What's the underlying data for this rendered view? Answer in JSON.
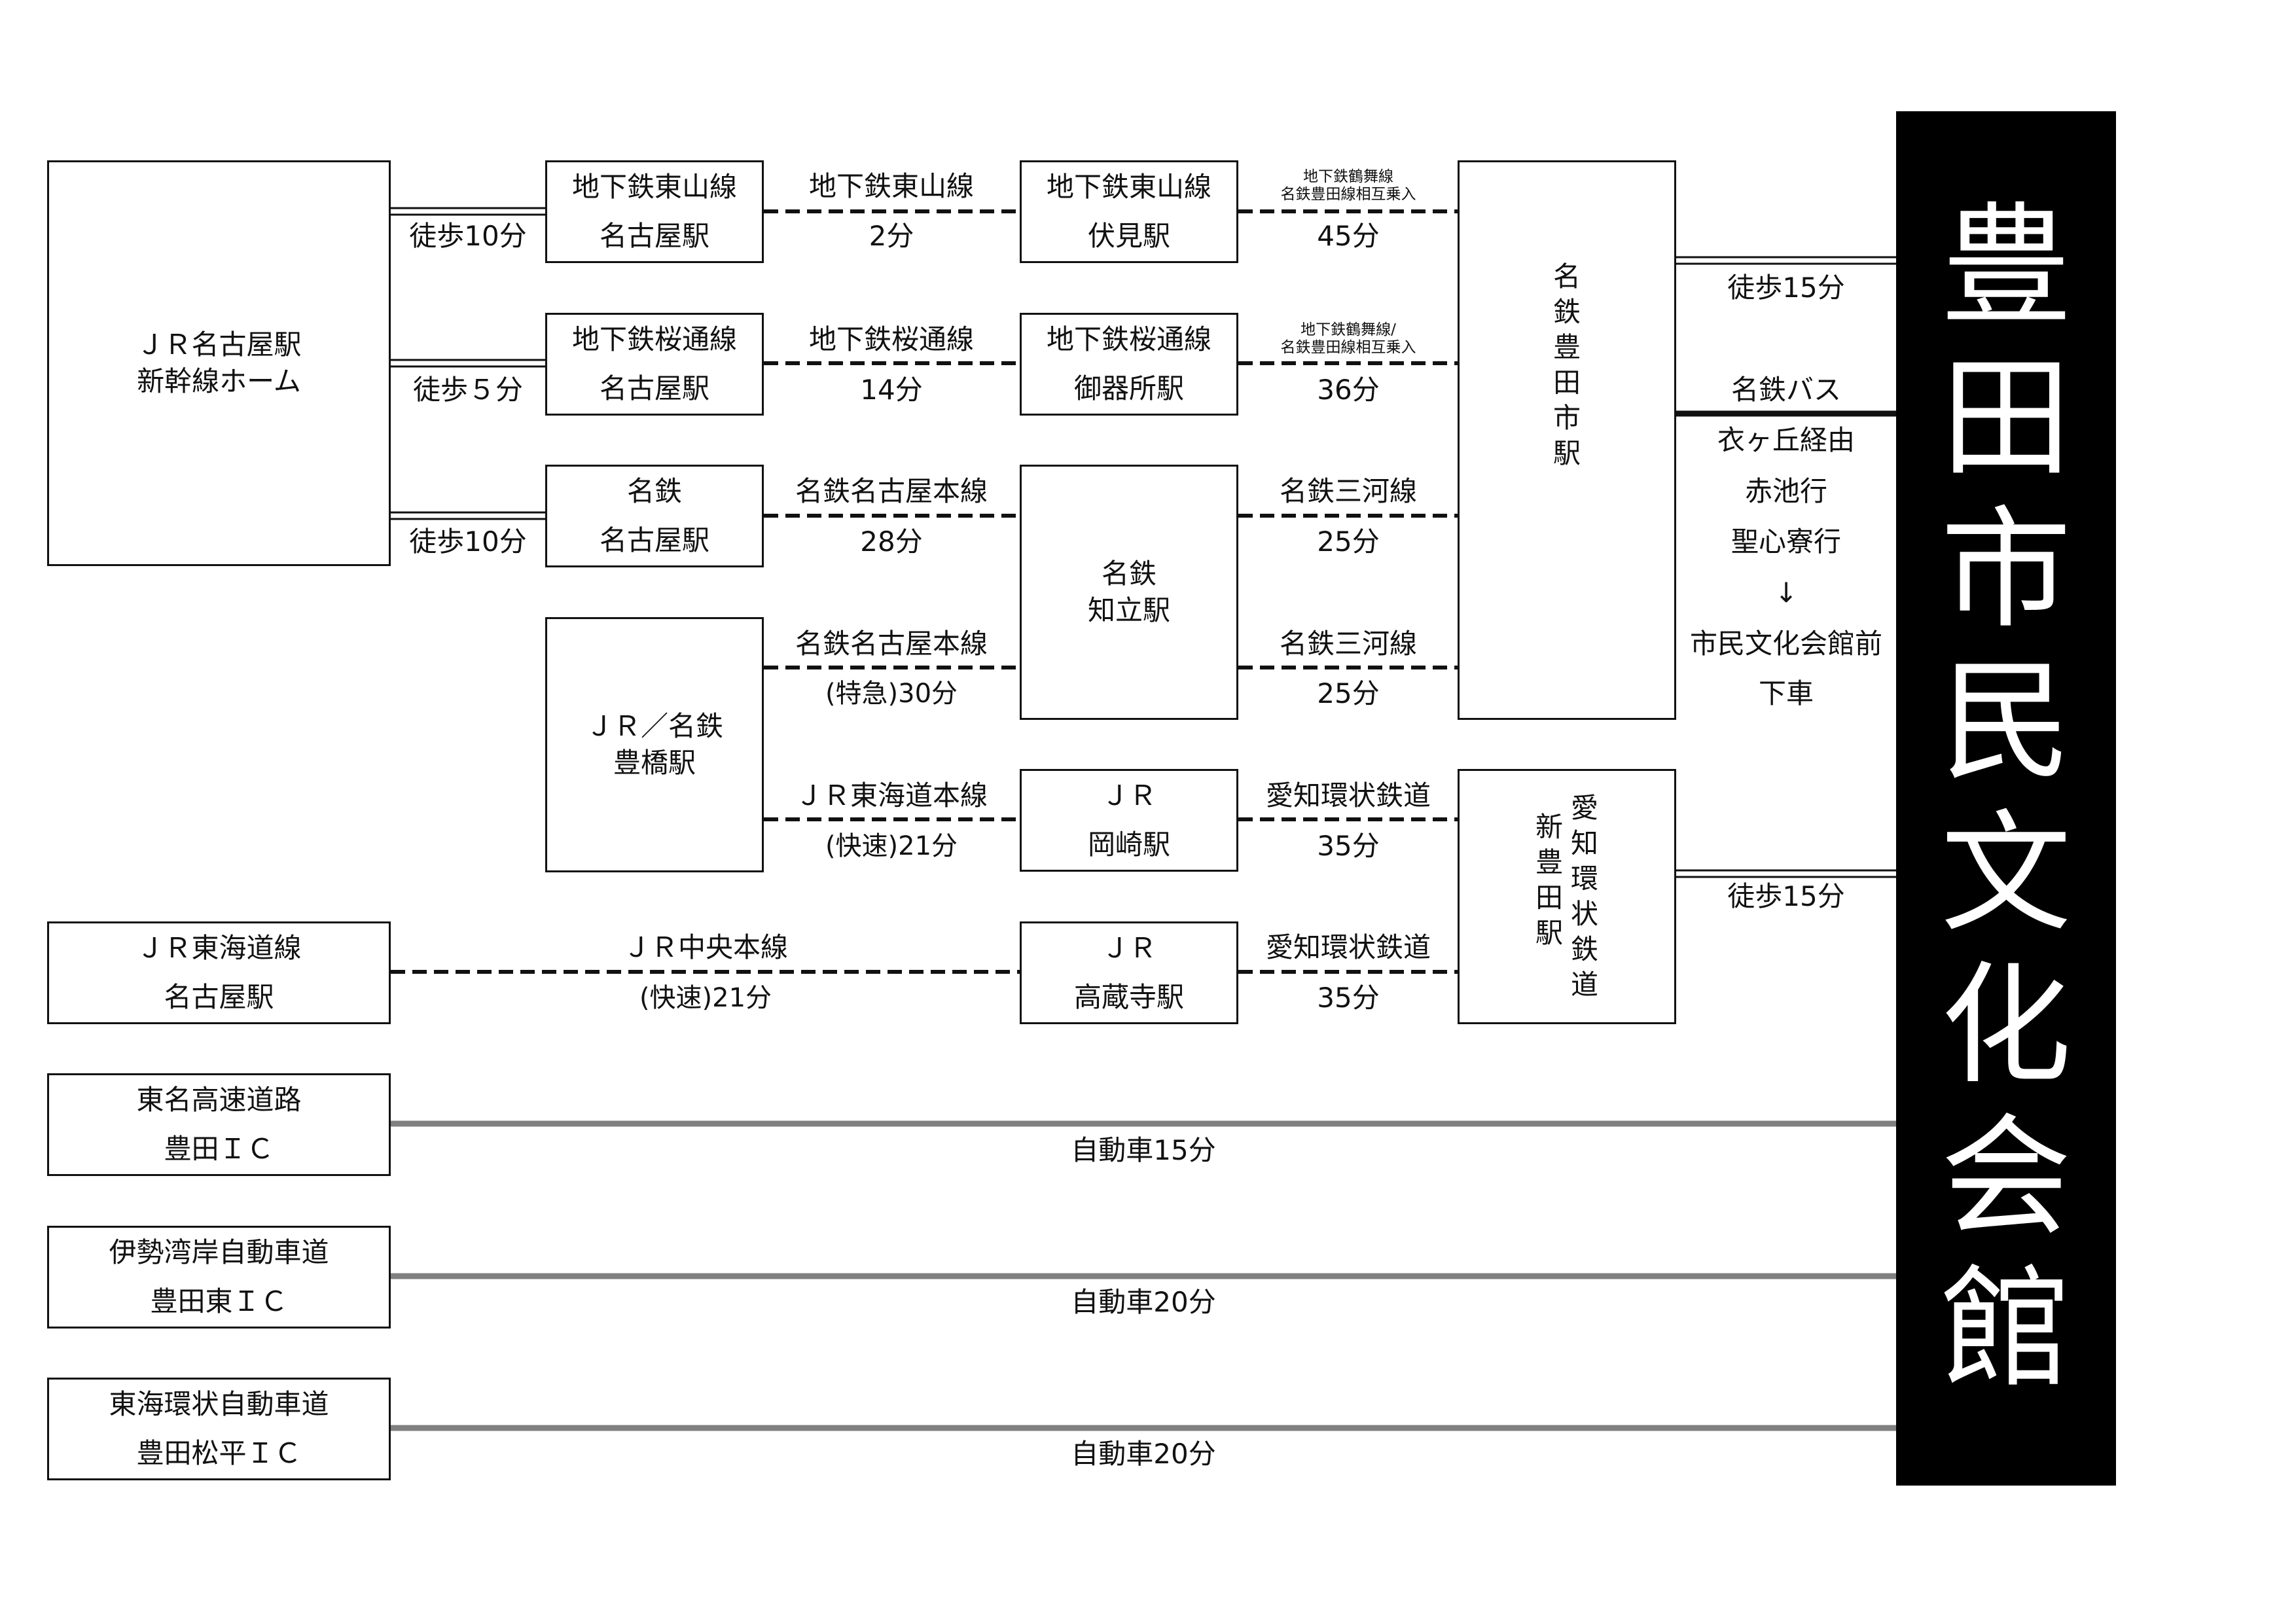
{
  "venue": {
    "chars": [
      "豊",
      "田",
      "市",
      "民",
      "文",
      "化",
      "会",
      "館"
    ]
  },
  "boxes": {
    "jr_nagoya": {
      "line1": "ＪＲ名古屋駅",
      "line2": "新幹線ホーム"
    },
    "higashiyama_nagoya": {
      "line1": "地下鉄東山線",
      "line2": "名古屋駅"
    },
    "sakuradori_nagoya": {
      "line1": "地下鉄桜通線",
      "line2": "名古屋駅"
    },
    "meitetsu_nagoya": {
      "line1": "名鉄",
      "line2": "名古屋駅"
    },
    "fushimi": {
      "line1": "地下鉄東山線",
      "line2": "伏見駅"
    },
    "gokisho": {
      "line1": "地下鉄桜通線",
      "line2": "御器所駅"
    },
    "chiryu": {
      "line1": "名鉄",
      "line2": "知立駅"
    },
    "toyohashi": {
      "line1": "ＪＲ／名鉄",
      "line2": "豊橋駅"
    },
    "okazaki": {
      "line1": "ＪＲ",
      "line2": "岡崎駅"
    },
    "kozoji": {
      "line1": "ＪＲ",
      "line2": "高蔵寺駅"
    },
    "jr_tokaido_nagoya": {
      "line1": "ＪＲ東海道線",
      "line2": "名古屋駅"
    },
    "tomei": {
      "line1": "東名高速道路",
      "line2": "豊田ＩＣ"
    },
    "isewangan": {
      "line1": "伊勢湾岸自動車道",
      "line2": "豊田東ＩＣ"
    },
    "tokaikanjo": {
      "line1": "東海環状自動車道",
      "line2": "豊田松平ＩＣ"
    },
    "meitetsu_toyotashi": {
      "chars": [
        "名",
        "鉄",
        "豊",
        "田",
        "市",
        "駅"
      ]
    },
    "shintoyota": {
      "col_left": [
        "新",
        "豊",
        "田",
        "駅"
      ],
      "col_right": [
        "愛",
        "知",
        "環",
        "状",
        "鉄",
        "道"
      ]
    }
  },
  "labels": {
    "walk10_a": "徒歩10分",
    "walk5": "徒歩５分",
    "walk10_b": "徒歩10分",
    "higashiyama_line": "地下鉄東山線",
    "higashiyama_time": "2分",
    "sakuradori_line": "地下鉄桜通線",
    "sakuradori_time": "14分",
    "meitetsu_honsen_1": "名鉄名古屋本線",
    "meitetsu_honsen_1_time": "28分",
    "meitetsu_honsen_2": "名鉄名古屋本線",
    "meitetsu_honsen_2_time": "(特急)30分",
    "jr_tokaido_honsen": "ＪＲ東海道本線",
    "jr_tokaido_honsen_time": "(快速)21分",
    "jr_chuo": "ＪＲ中央本線",
    "jr_chuo_time": "(快速)21分",
    "tsurumai_1_a": "地下鉄鶴舞線",
    "tsurumai_1_b": "名鉄豊田線相互乗入",
    "tsurumai_1_time": "45分",
    "tsurumai_2_a": "地下鉄鶴舞線/",
    "tsurumai_2_b": "名鉄豊田線相互乗入",
    "tsurumai_2_time": "36分",
    "mikawa_1": "名鉄三河線",
    "mikawa_1_time": "25分",
    "mikawa_2": "名鉄三河線",
    "mikawa_2_time": "25分",
    "aikan_1": "愛知環状鉄道",
    "aikan_1_time": "35分",
    "aikan_2": "愛知環状鉄道",
    "aikan_2_time": "35分",
    "walk15_a": "徒歩15分",
    "bus_name": "名鉄バス",
    "bus_via": "衣ヶ丘経由",
    "bus_dest1": "赤池行",
    "bus_dest2": "聖心寮行",
    "bus_arrow": "↓",
    "bus_stop": "市民文化会館前",
    "bus_getoff": "下車",
    "walk15_b": "徒歩15分",
    "car15": "自動車15分",
    "car20_a": "自動車20分",
    "car20_b": "自動車20分"
  },
  "colors": {
    "line": "#111111",
    "road": "#808080",
    "venue_bg": "#000000",
    "venue_text": "#ffffff"
  }
}
